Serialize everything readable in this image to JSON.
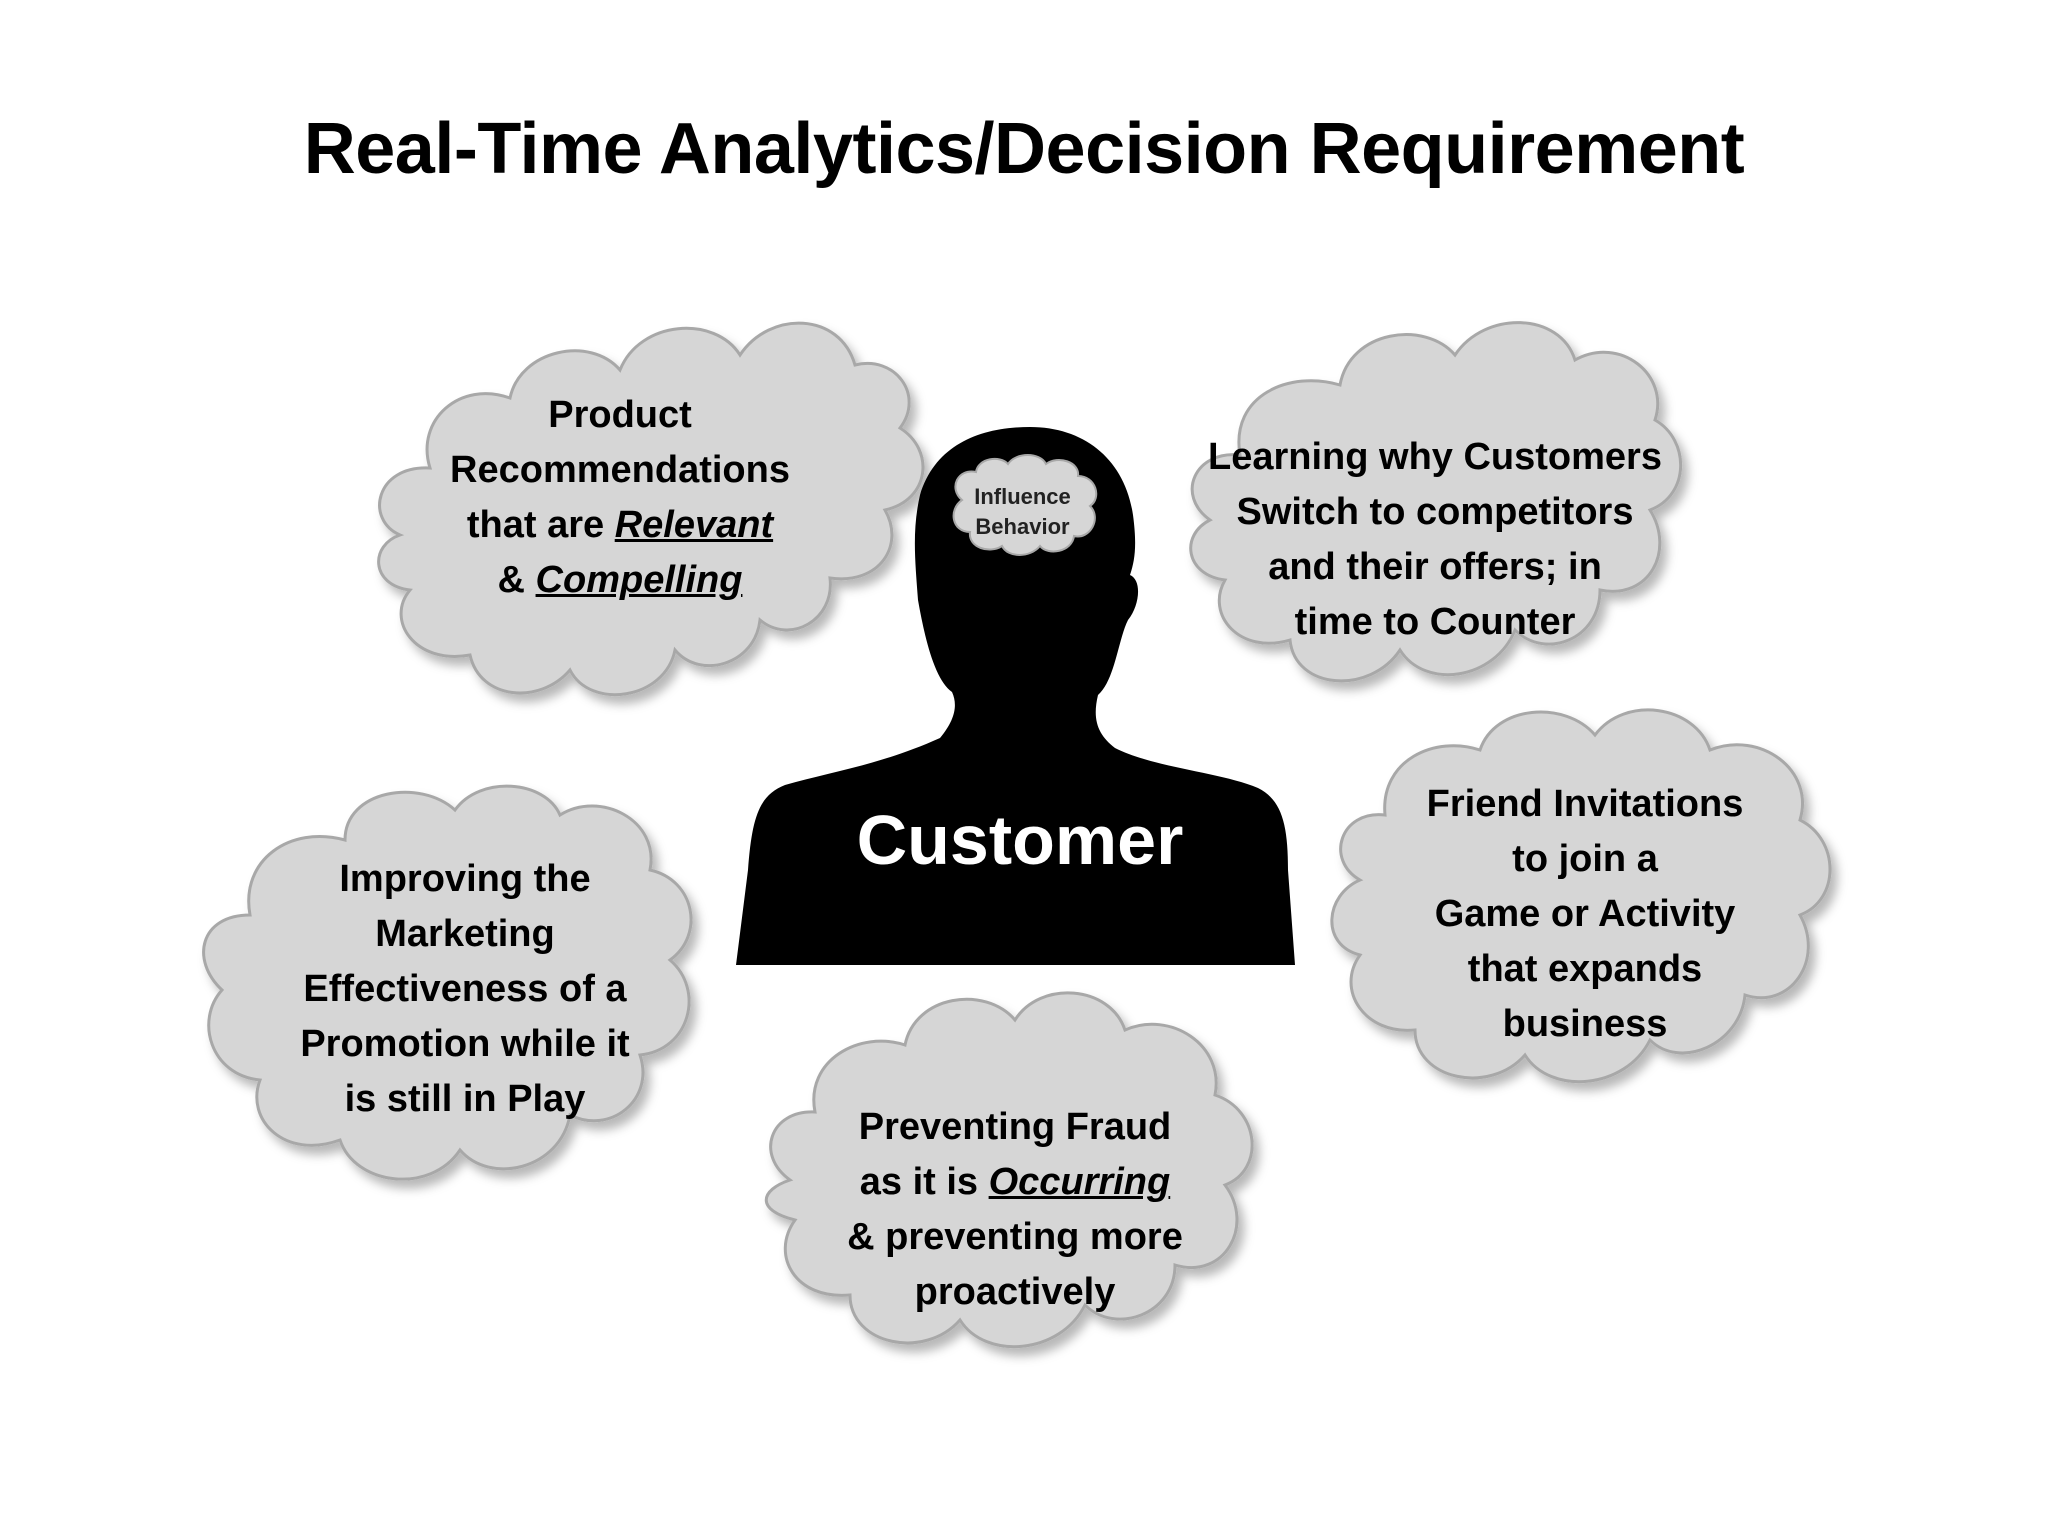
{
  "title": "Real-Time Analytics/Decision Requirement",
  "center": {
    "label": "Customer",
    "thought_bubble": [
      "Influence",
      "Behavior"
    ]
  },
  "clouds": {
    "product_recommendations": {
      "line1": "Product",
      "line2": "Recommendations",
      "line3_prefix": "that are ",
      "line3_emphasis": "Relevant",
      "line4_prefix": "& ",
      "line4_emphasis": "Compelling"
    },
    "learning_switch": [
      "Learning why Customers",
      "Switch to competitors",
      "and their offers; in",
      "time to Counter"
    ],
    "improving_marketing": [
      "Improving the",
      "Marketing",
      "Effectiveness of a",
      "Promotion while it",
      "is still in Play"
    ],
    "friend_invitations": [
      "Friend Invitations",
      "to join a",
      "Game or Activity",
      "that expands",
      "business"
    ],
    "preventing_fraud": {
      "line1": "Preventing Fraud",
      "line2_prefix": "as it is ",
      "line2_emphasis": "Occurring",
      "line3": "& preventing more",
      "line4": "proactively"
    }
  },
  "colors": {
    "cloud_fill": "#d6d6d6",
    "cloud_stroke": "#a8a8a8",
    "silhouette": "#000000",
    "customer_text": "#ffffff"
  }
}
